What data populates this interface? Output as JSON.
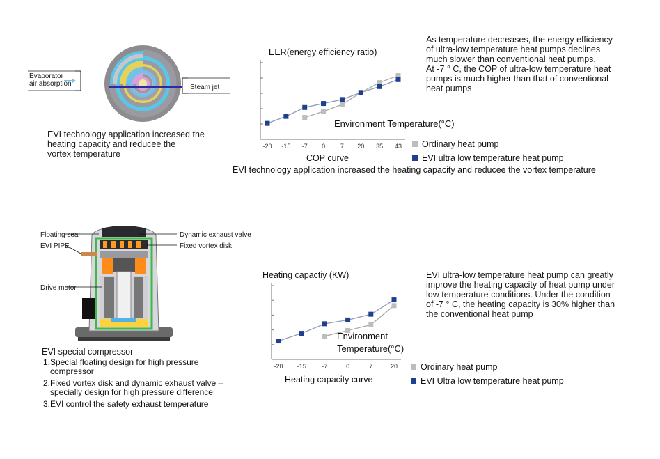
{
  "top": {
    "evaporator_label_line1": "Evaporator",
    "evaporator_label_line2": "air absorption",
    "steam_jet_label": "Steam jet",
    "caption_line1": "EVI technology application increased the",
    "caption_line2": "heating capacity and reducee the",
    "caption_line3": "vortex temperature",
    "description": [
      "As temperature decreases, the energy efficiency",
      "of ultra-low temperature heat pumps declines",
      "much slower than conventional heat pumps.",
      "At -7 ° C, the COP of ultra-low temperature heat",
      "pumps is much higher than that of conventional",
      "heat pumps"
    ],
    "bottom_caption": "EVI technology application increased the heating capacity and reducee the vortex temperature"
  },
  "bottom": {
    "labels": {
      "floating_seal": "Floating seal",
      "evi_pipe": "EVI PIPE",
      "drive_motor": "Drive motor",
      "dynamic_exhaust_valve": "Dynamic exhaust valve",
      "fixed_vortex_disk": "Fixed vortex disk"
    },
    "compressor_title": "EVI special compressor",
    "features": [
      "1.Special floating design for high pressure",
      "   compressor",
      "2.Fixed vortex disk and dynamic exhaust valve –",
      "   specially design for high pressure difference",
      "3.EVI control the safety exhaust temperature"
    ],
    "description": [
      "EVI ultra-low temperature heat pump can greatly",
      "improve the heating capacity of heat pump under",
      "low temperature conditions. Under the condition",
      "of -7 ° C, the heating capacity is 30% higher than",
      "the conventional heat pump"
    ]
  },
  "colors": {
    "ordinary": "#bdbdbd",
    "evi": "#1f3f8f",
    "ordinary_line": "#a8a8a8",
    "evi_line": "#8f9bb8"
  },
  "chart_data": [
    {
      "type": "line",
      "title": "EER(energy efficiency ratio)",
      "xlabel": "Environment Temperature(°C)",
      "caption": "COP curve",
      "categories": [
        "-20",
        "-15",
        "-7",
        "0",
        "7",
        "20",
        "35",
        "43"
      ],
      "series": [
        {
          "name": "Ordinary heat pump",
          "values": [
            null,
            null,
            1.5,
            2.1,
            2.8,
            4.0,
            5.0,
            5.7
          ]
        },
        {
          "name": "EVI ultra low temperature heat pump",
          "values": [
            0.9,
            1.6,
            2.5,
            2.9,
            3.3,
            4.0,
            4.6,
            5.3
          ]
        }
      ],
      "ylim": [
        0,
        7
      ],
      "grid": false
    },
    {
      "type": "line",
      "title": "Heating capactiy (KW)",
      "xlabel": "Environment Temperature(°C)",
      "caption": "Heating capacity curve",
      "categories": [
        "-20",
        "-15",
        "-7",
        "0",
        "7",
        "20"
      ],
      "series": [
        {
          "name": "Ordinary heat pump",
          "values": [
            null,
            null,
            1.7,
            2.3,
            2.9,
            4.9
          ]
        },
        {
          "name": "EVI Ultra low temperature heat pump",
          "values": [
            1.2,
            2.0,
            3.0,
            3.4,
            4.0,
            5.5
          ]
        }
      ],
      "ylim": [
        0,
        7
      ],
      "grid": false
    }
  ]
}
